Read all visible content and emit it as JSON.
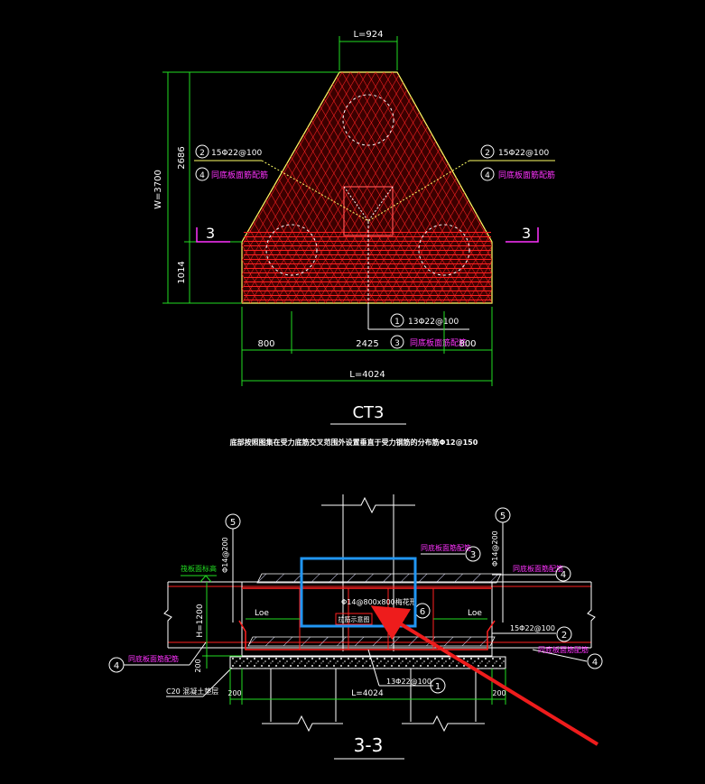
{
  "plan": {
    "top_width_label": "L=924",
    "total_height_label": "W=3700",
    "upper_height_label": "2686",
    "lower_height_label": "1014",
    "section_mark_left": "3",
    "section_mark_right": "3",
    "left_callout": {
      "num1": "2",
      "text1": "15Φ22@100",
      "num2": "4",
      "text2": "同底板面筋配筋"
    },
    "right_callout": {
      "num1": "2",
      "text1": "15Φ22@100",
      "num2": "4",
      "text2": "同底板面筋配筋"
    },
    "bottom_callout": {
      "num1": "1",
      "text1": "13Φ22@100",
      "num2": "3",
      "text2": "同底板面筋配筋"
    },
    "dim_left": "800",
    "dim_mid": "2425",
    "dim_right": "800",
    "dim_total": "L=4024",
    "title": "CT3",
    "note": "底部按照图集在受力底筋交叉范围外设置垂直于受力钢筋的分布筋Φ12@150"
  },
  "section": {
    "num5_left": "5",
    "num5_right": "5",
    "stirrup_left": "Φ14@200",
    "stirrup_right": "Φ14@200",
    "top_note": "同底板面筋配筋",
    "num3": "3",
    "num4_right": "4",
    "right_top_note": "同底板面筋配筋",
    "top_elev_label": "筏板面标高",
    "height_label": "H=1200",
    "loe_left": "Loe",
    "loe_right": "Loe",
    "center_text": "Φ14@800x800梅花形",
    "center_sub": "拉筋示意图",
    "num6": "6",
    "right_bar": "15Φ22@100",
    "num2": "2",
    "right_bot_note": "同底板面筋配筋",
    "num4_right_bot": "4",
    "num4_left": "4",
    "left_note": "同底板面筋配筋",
    "dim200": "200",
    "bottom_bar": "13Φ22@100",
    "num1": "1",
    "concrete": "C20 混凝土垫层",
    "dim200_l": "200",
    "dim_total": "L=4024",
    "dim200_r": "200",
    "title": "3-3"
  },
  "colors": {
    "background": "#000000",
    "rebar": "#ff2020",
    "dims": "#22dd22",
    "text": "#ffffff",
    "callout_line": "#ffff00",
    "note": "#ff33ff",
    "highlight": "#2196f3",
    "arrow": "#ee1c1c"
  }
}
